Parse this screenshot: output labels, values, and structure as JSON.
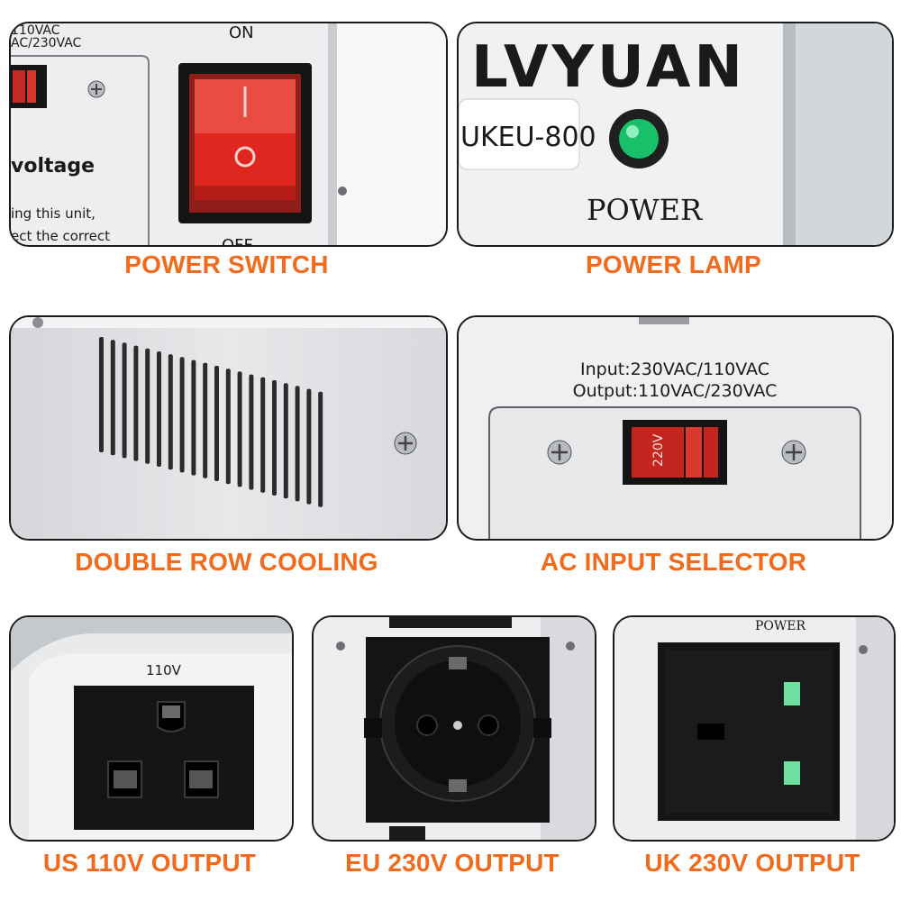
{
  "captions": {
    "power_switch": "POWER SWITCH",
    "power_lamp": "POWER LAMP",
    "double_row_cooling": "DOUBLE ROW COOLING",
    "ac_input_selector": "AC INPUT SELECTOR",
    "us_output": "US 110V OUTPUT",
    "eu_output": "EU 230V OUTPUT",
    "uk_output": "UK 230V OUTPUT"
  },
  "switch_panel": {
    "voltage_line_1": "110VAC",
    "voltage_line_2": "AC/230VAC",
    "on_label": "ON",
    "off_label": "OFF",
    "voltage_heading": "voltage",
    "instruction_line_1": "ing this unit,",
    "instruction_line_2": "ect the correct"
  },
  "lamp_panel": {
    "brand": "LVYUAN",
    "model": "UKEU-800",
    "power_label": "POWER"
  },
  "selector_panel": {
    "input_text": "Input:230VAC/110VAC",
    "output_text": "Output:110VAC/230VAC",
    "selector_value": "220V"
  },
  "us_panel": {
    "voltage_label": "110V"
  },
  "uk_panel": {
    "power_label": "POWER"
  },
  "colors": {
    "caption_orange": "#f26a1b",
    "switch_red": "#e0271f",
    "lamp_green": "#19c06a",
    "socket_black": "#141414"
  }
}
